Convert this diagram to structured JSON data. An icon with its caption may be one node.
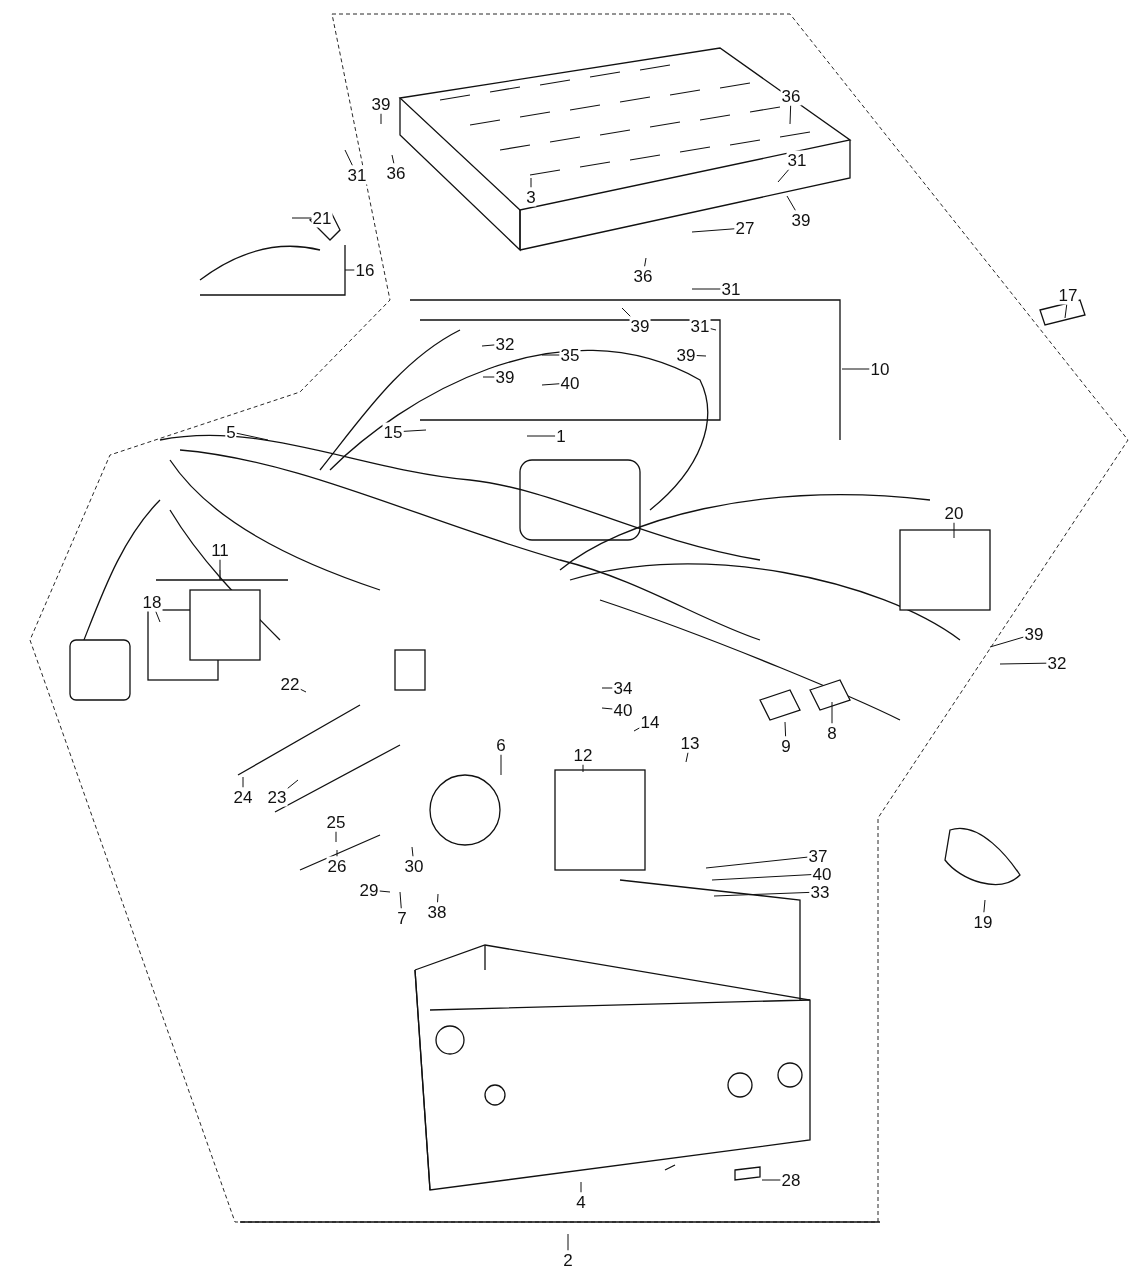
{
  "diagram": {
    "nodes": [
      {
        "text": [
          "39"
        ]
      },
      {
        "text": [
          "36"
        ]
      },
      {
        "text": [
          "31"
        ]
      },
      {
        "text": [
          "36"
        ]
      },
      {
        "text": [
          "3"
        ]
      },
      {
        "text": [
          "31"
        ]
      },
      {
        "text": [
          "39"
        ]
      },
      {
        "text": [
          "21"
        ]
      },
      {
        "text": [
          "27"
        ]
      },
      {
        "text": [
          "16"
        ]
      },
      {
        "text": [
          "36"
        ]
      },
      {
        "text": [
          "31"
        ]
      },
      {
        "text": [
          "39"
        ]
      },
      {
        "text": [
          "31"
        ]
      },
      {
        "text": [
          "32"
        ]
      },
      {
        "text": [
          "35"
        ]
      },
      {
        "text": [
          "39"
        ]
      },
      {
        "text": [
          "10"
        ]
      },
      {
        "text": [
          "39"
        ]
      },
      {
        "text": [
          "40"
        ]
      },
      {
        "text": [
          "17"
        ]
      },
      {
        "text": [
          "5"
        ]
      },
      {
        "text": [
          "15"
        ]
      },
      {
        "text": [
          "1"
        ]
      },
      {
        "text": [
          "20"
        ]
      },
      {
        "text": [
          "11"
        ]
      },
      {
        "text": [
          "18"
        ]
      },
      {
        "text": [
          "39"
        ]
      },
      {
        "text": [
          "32"
        ]
      },
      {
        "text": [
          "22"
        ]
      },
      {
        "text": [
          "34"
        ]
      },
      {
        "text": [
          "40"
        ]
      },
      {
        "text": [
          "14"
        ]
      },
      {
        "text": [
          "13"
        ]
      },
      {
        "text": [
          "9"
        ]
      },
      {
        "text": [
          "8"
        ]
      },
      {
        "text": [
          "6"
        ]
      },
      {
        "text": [
          "12"
        ]
      },
      {
        "text": [
          "24"
        ]
      },
      {
        "text": [
          "23"
        ]
      },
      {
        "text": [
          "25"
        ]
      },
      {
        "text": [
          "26"
        ]
      },
      {
        "text": [
          "30"
        ]
      },
      {
        "text": [
          "37"
        ]
      },
      {
        "text": [
          "40"
        ]
      },
      {
        "text": [
          "33"
        ]
      },
      {
        "text": [
          "29"
        ]
      },
      {
        "text": [
          "7"
        ]
      },
      {
        "text": [
          "38"
        ]
      },
      {
        "text": [
          "19"
        ]
      },
      {
        "text": [
          "28"
        ]
      },
      {
        "text": [
          "4"
        ]
      },
      {
        "text": [
          "2"
        ]
      }
    ],
    "edges": [
      {
        "from": 0,
        "to": null,
        "arrow": "none"
      },
      {
        "from": 1,
        "to": null,
        "arrow": "none"
      },
      {
        "from": 2,
        "to": null,
        "arrow": "none"
      },
      {
        "from": 3,
        "to": null,
        "arrow": "none"
      },
      {
        "from": 4,
        "to": null,
        "arrow": "none"
      },
      {
        "from": 5,
        "to": null,
        "arrow": "none"
      },
      {
        "from": 6,
        "to": null,
        "arrow": "none"
      },
      {
        "from": 7,
        "to": null,
        "arrow": "none"
      },
      {
        "from": 8,
        "to": null,
        "arrow": "none"
      },
      {
        "from": 9,
        "to": null,
        "arrow": "none"
      },
      {
        "from": 10,
        "to": null,
        "arrow": "none"
      },
      {
        "from": 11,
        "to": null,
        "arrow": "none"
      },
      {
        "from": 12,
        "to": null,
        "arrow": "none"
      },
      {
        "from": 13,
        "to": null,
        "arrow": "none"
      },
      {
        "from": 14,
        "to": null,
        "arrow": "none"
      },
      {
        "from": 15,
        "to": null,
        "arrow": "none"
      },
      {
        "from": 16,
        "to": null,
        "arrow": "none"
      },
      {
        "from": 17,
        "to": null,
        "arrow": "none"
      },
      {
        "from": 18,
        "to": null,
        "arrow": "none"
      },
      {
        "from": 19,
        "to": null,
        "arrow": "none"
      },
      {
        "from": 20,
        "to": null,
        "arrow": "none"
      },
      {
        "from": 21,
        "to": null,
        "arrow": "none"
      },
      {
        "from": 22,
        "to": null,
        "arrow": "none"
      },
      {
        "from": 23,
        "to": null,
        "arrow": "none"
      },
      {
        "from": 24,
        "to": null,
        "arrow": "none"
      },
      {
        "from": 25,
        "to": null,
        "arrow": "none"
      },
      {
        "from": 26,
        "to": null,
        "arrow": "none"
      },
      {
        "from": 27,
        "to": null,
        "arrow": "none"
      },
      {
        "from": 28,
        "to": null,
        "arrow": "none"
      },
      {
        "from": 29,
        "to": null,
        "arrow": "none"
      },
      {
        "from": 30,
        "to": null,
        "arrow": "none"
      },
      {
        "from": 31,
        "to": null,
        "arrow": "none"
      },
      {
        "from": 32,
        "to": null,
        "arrow": "none"
      },
      {
        "from": 33,
        "to": null,
        "arrow": "none"
      },
      {
        "from": 34,
        "to": null,
        "arrow": "none"
      },
      {
        "from": 35,
        "to": null,
        "arrow": "none"
      },
      {
        "from": 36,
        "to": null,
        "arrow": "none"
      },
      {
        "from": 37,
        "to": null,
        "arrow": "none"
      },
      {
        "from": 38,
        "to": null,
        "arrow": "none"
      },
      {
        "from": 39,
        "to": null,
        "arrow": "none"
      },
      {
        "from": 40,
        "to": null,
        "arrow": "none"
      },
      {
        "from": 41,
        "to": null,
        "arrow": "none"
      },
      {
        "from": 42,
        "to": null,
        "arrow": "none"
      },
      {
        "from": 43,
        "to": null,
        "arrow": "none"
      },
      {
        "from": 44,
        "to": null,
        "arrow": "none"
      },
      {
        "from": 45,
        "to": null,
        "arrow": "none"
      },
      {
        "from": 46,
        "to": null,
        "arrow": "none"
      },
      {
        "from": 47,
        "to": null,
        "arrow": "none"
      },
      {
        "from": 48,
        "to": null,
        "arrow": "none"
      },
      {
        "from": 49,
        "to": null,
        "arrow": "none"
      },
      {
        "from": 50,
        "to": null,
        "arrow": "none"
      },
      {
        "from": 51,
        "to": null,
        "arrow": "none"
      },
      {
        "from": 52,
        "to": null,
        "arrow": "none"
      }
    ]
  }
}
